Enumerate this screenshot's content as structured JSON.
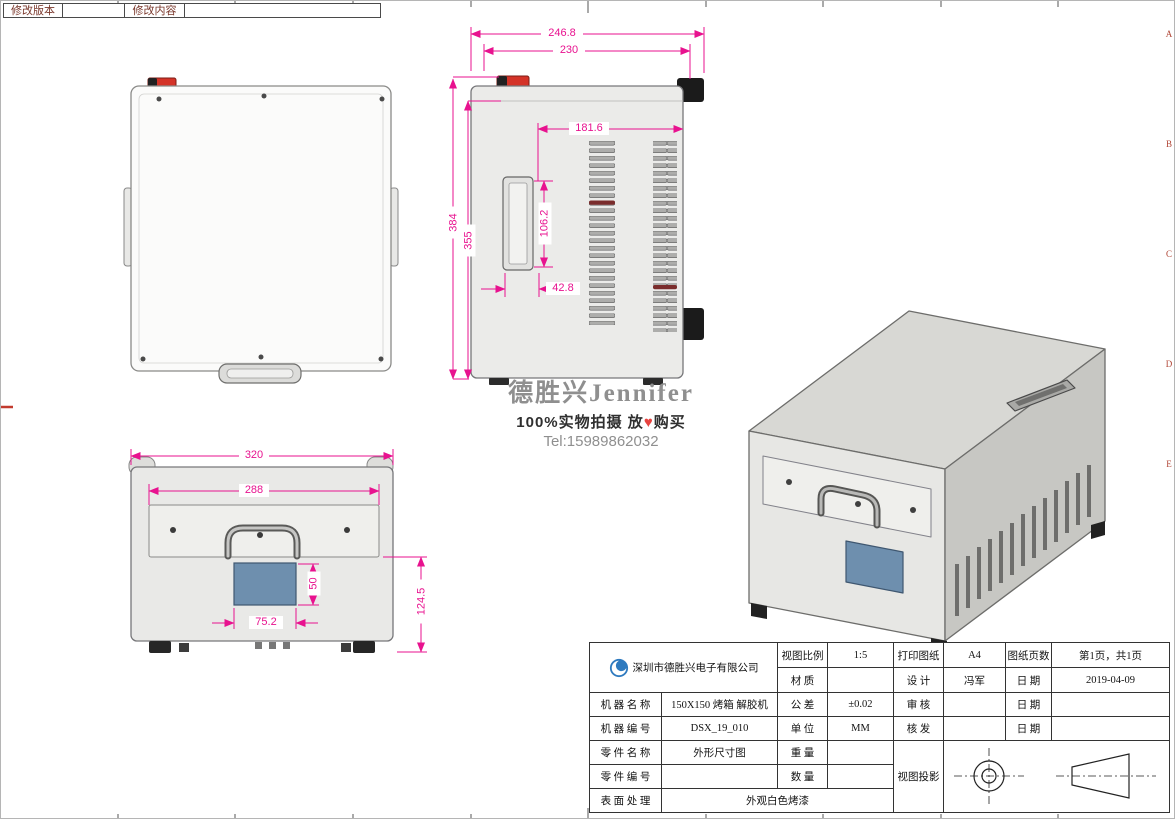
{
  "colors": {
    "dimension_magenta": "#e8128f",
    "company_blue": "#17418f",
    "screen_blue": "#6e8fae",
    "switch_red": "#d43328",
    "heart_red": "#e8433f"
  },
  "frame": {
    "zone_letters": [
      "A",
      "B",
      "C",
      "D",
      "E"
    ]
  },
  "revision_table": {
    "version_label": "修改版本",
    "content_label": "修改内容"
  },
  "watermark": {
    "brand": "德胜兴Jennifer",
    "photo_line_prefix": "100%实物拍摄 放",
    "heart": "♥",
    "photo_line_suffix": "购买",
    "tel": "Tel:15989862032"
  },
  "dimensions": {
    "side_view": {
      "overall_width": "246.8",
      "body_width": "230",
      "vent_span": "181.6",
      "overall_height": "384",
      "body_height": "355",
      "handle_length": "106.2",
      "handle_offset": "42.8"
    },
    "front_view": {
      "overall_width": "320",
      "panel_width": "288",
      "lower_height": "124.5",
      "screen_height": "50",
      "screen_width": "75.2"
    }
  },
  "title_block": {
    "company_name": "深圳市德胜兴电子有限公司",
    "labels": {
      "scale": "视图比例",
      "print_paper": "打印图纸",
      "pages": "图纸页数",
      "material": "材 质",
      "design": "设 计",
      "date": "日 期",
      "machine_name": "机 器 名 称",
      "tolerance": "公 差",
      "review": "审 核",
      "machine_no": "机 器 编 号",
      "unit": "单 位",
      "issue": "核 发",
      "part_name": "零 件 名 称",
      "weight": "重 量",
      "part_no": "零 件 编 号",
      "quantity": "数 量",
      "projection": "视图投影",
      "surface": "表 面 处 理"
    },
    "values": {
      "scale": "1:5",
      "print_paper": "A4",
      "pages": "第1页，共1页",
      "designer": "冯军",
      "design_date": "2019-04-09",
      "machine_name": "150X150 烤箱 解胶机",
      "tolerance": "±0.02",
      "machine_no": "DSX_19_010",
      "unit": "MM",
      "part_name": "外形尺寸图",
      "surface": "外观白色烤漆"
    }
  }
}
